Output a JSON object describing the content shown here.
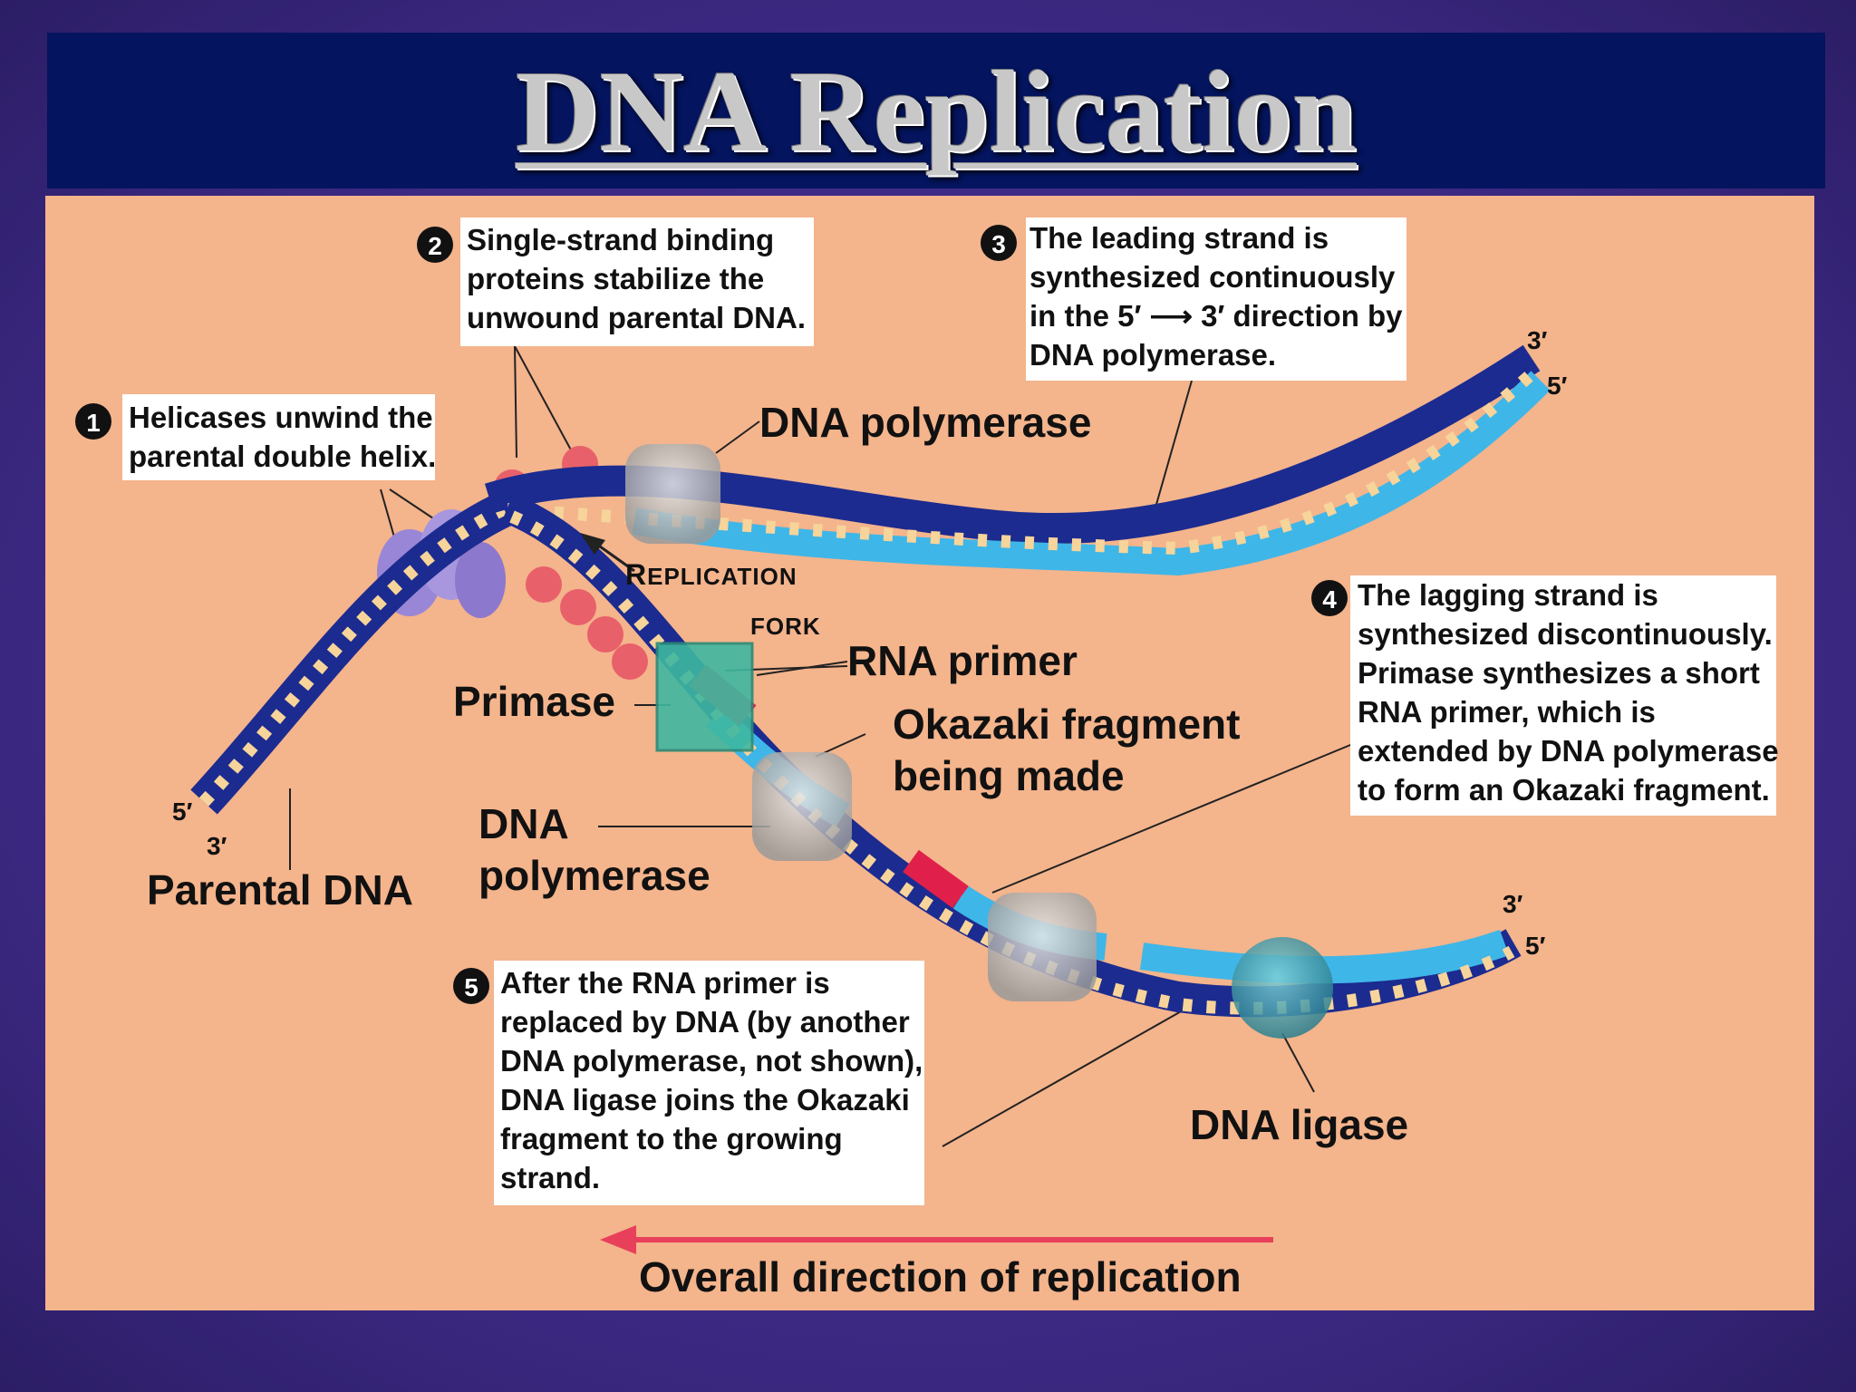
{
  "title": "DNA Replication",
  "steps": [
    {
      "num": "1",
      "lines": [
        "Helicases unwind the",
        "parental double helix."
      ]
    },
    {
      "num": "2",
      "lines": [
        "Single-strand binding",
        "proteins stabilize the",
        "unwound parental DNA."
      ]
    },
    {
      "num": "3",
      "lines": [
        "The leading strand is",
        "synthesized continuously",
        "in the 5′ ⟶ 3′ direction by",
        "DNA polymerase."
      ]
    },
    {
      "num": "4",
      "lines": [
        "The lagging strand is",
        "synthesized discontinuously.",
        "Primase synthesizes a short",
        "RNA primer, which is",
        "extended by DNA polymerase",
        "to form an Okazaki fragment."
      ]
    },
    {
      "num": "5",
      "lines": [
        "After the RNA primer is",
        "replaced by DNA (by another",
        "DNA polymerase, not shown),",
        "DNA ligase joins the Okazaki",
        "fragment to the growing",
        "strand."
      ]
    }
  ],
  "labels": {
    "dna_polymerase_top": "DNA polymerase",
    "replication_fork": [
      "Replication",
      "fork"
    ],
    "rna_primer": "RNA primer",
    "primase": "Primase",
    "okazaki": [
      "Okazaki fragment",
      "being made"
    ],
    "dna_polymerase_bottom": [
      "DNA",
      "polymerase"
    ],
    "parental_dna": "Parental DNA",
    "dna_ligase": "DNA ligase",
    "overall_direction": "Overall direction of replication"
  },
  "strand_ends": {
    "top_right_3": "3′",
    "top_right_5": "5′",
    "left_5": "5′",
    "left_3": "3′",
    "bottom_right_3": "3′",
    "bottom_right_5": "5′"
  },
  "colors": {
    "parental_strand": "#1c2b8f",
    "new_strand": "#3fb6e8",
    "rna_primer": "#e0204a",
    "helicase": "#9a86d6",
    "ssb_protein": "#e8606a",
    "primase": "#3fb8a0",
    "polymerase": "#b8b8b8",
    "ligase": "#3a9aa8",
    "arrow": "#e8405a"
  }
}
